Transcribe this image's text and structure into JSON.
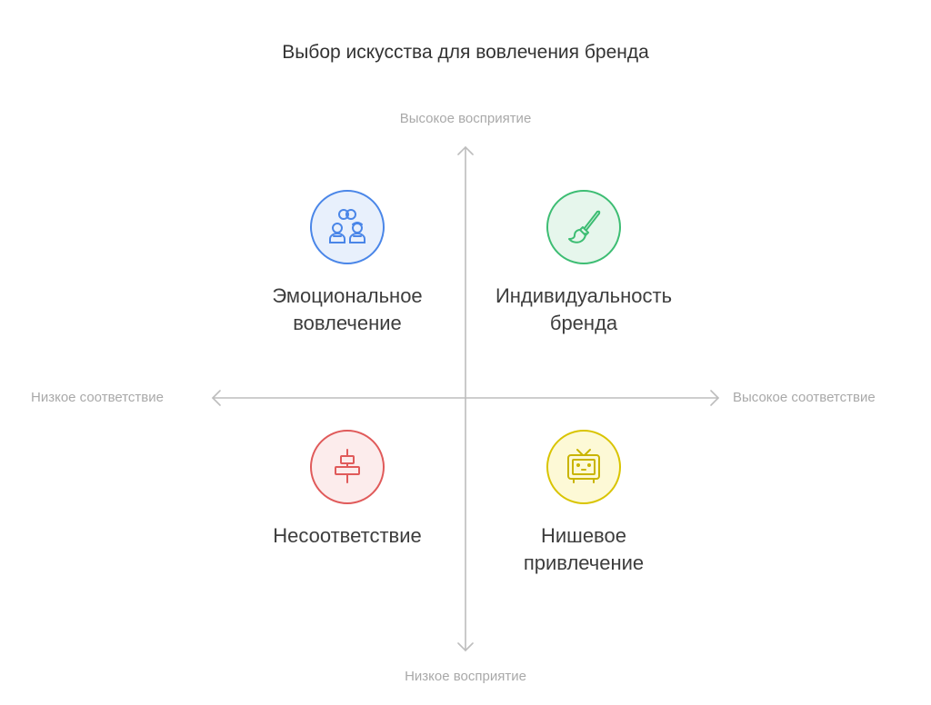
{
  "title": "Выбор искусства для вовлечения бренда",
  "axes": {
    "top": "Высокое восприятие",
    "bottom": "Низкое восприятие",
    "left": "Низкое соответствие",
    "right": "Высокое соответствие"
  },
  "quadrants": {
    "top_left": {
      "line1": "Эмоциональное",
      "line2": "вовлечение",
      "icon": "people-link-icon",
      "color": "#4a86e8",
      "fill": "#e8f0fc"
    },
    "top_right": {
      "line1": "Индивидуальность",
      "line2": "бренда",
      "icon": "paintbrush-icon",
      "color": "#3dbd73",
      "fill": "#e6f6ec"
    },
    "bottom_left": {
      "line1": "Несоответствие",
      "line2": "",
      "icon": "misalign-icon",
      "color": "#e05a5a",
      "fill": "#fcecec"
    },
    "bottom_right": {
      "line1": "Нишевое",
      "line2": "привлечение",
      "icon": "tv-icon",
      "color": "#d9c400",
      "fill": "#fdf9d6"
    }
  }
}
